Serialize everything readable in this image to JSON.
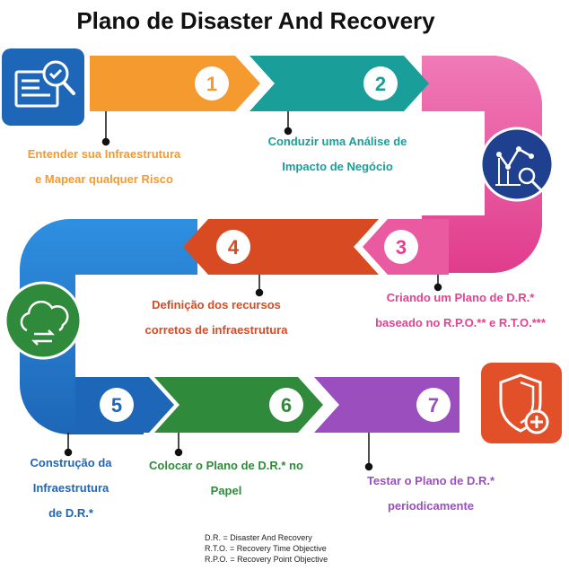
{
  "title": "Plano de Disaster And Recovery",
  "colors": {
    "orange": "#F59A2E",
    "teal": "#1A9E9A",
    "pink": "#E8408F",
    "red": "#D84A22",
    "blue": "#1E66B8",
    "green": "#2F8A3B",
    "purple": "#9B4FBF",
    "navy": "#1F3F8F"
  },
  "icons": {
    "top_left": "document-search-icon",
    "right_mid": "chart-search-icon",
    "left_mid": "cloud-sync-icon",
    "bottom_right": "shield-plus-icon"
  },
  "steps": [
    {
      "number": "1",
      "lines": [
        "Entender sua Infraestrutura",
        "e Mapear qualquer Risco"
      ],
      "color": "#F59A2E"
    },
    {
      "number": "2",
      "lines": [
        "Conduzir uma Análise de",
        "Impacto de Negócio"
      ],
      "color": "#1A9E9A"
    },
    {
      "number": "3",
      "lines": [
        "Criando um Plano de D.R.*",
        "baseado no R.P.O.** e R.T.O.***"
      ],
      "color": "#E8408F"
    },
    {
      "number": "4",
      "lines": [
        "Definição dos recursos",
        "corretos de infraestrutura"
      ],
      "color": "#D84A22"
    },
    {
      "number": "5",
      "lines": [
        "Construção da",
        "Infraestrutura",
        "de D.R.*"
      ],
      "color": "#1E66B8"
    },
    {
      "number": "6",
      "lines": [
        "Colocar o Plano de D.R.* no",
        "Papel"
      ],
      "color": "#2F8A3B"
    },
    {
      "number": "7",
      "lines": [
        "Testar o Plano de D.R.*",
        "periodicamente"
      ],
      "color": "#9B4FBF"
    }
  ],
  "legend": [
    "D.R. = Disaster And Recovery",
    "R.T.O. = Recovery Time Objective",
    "R.P.O. = Recovery Point Objective"
  ]
}
